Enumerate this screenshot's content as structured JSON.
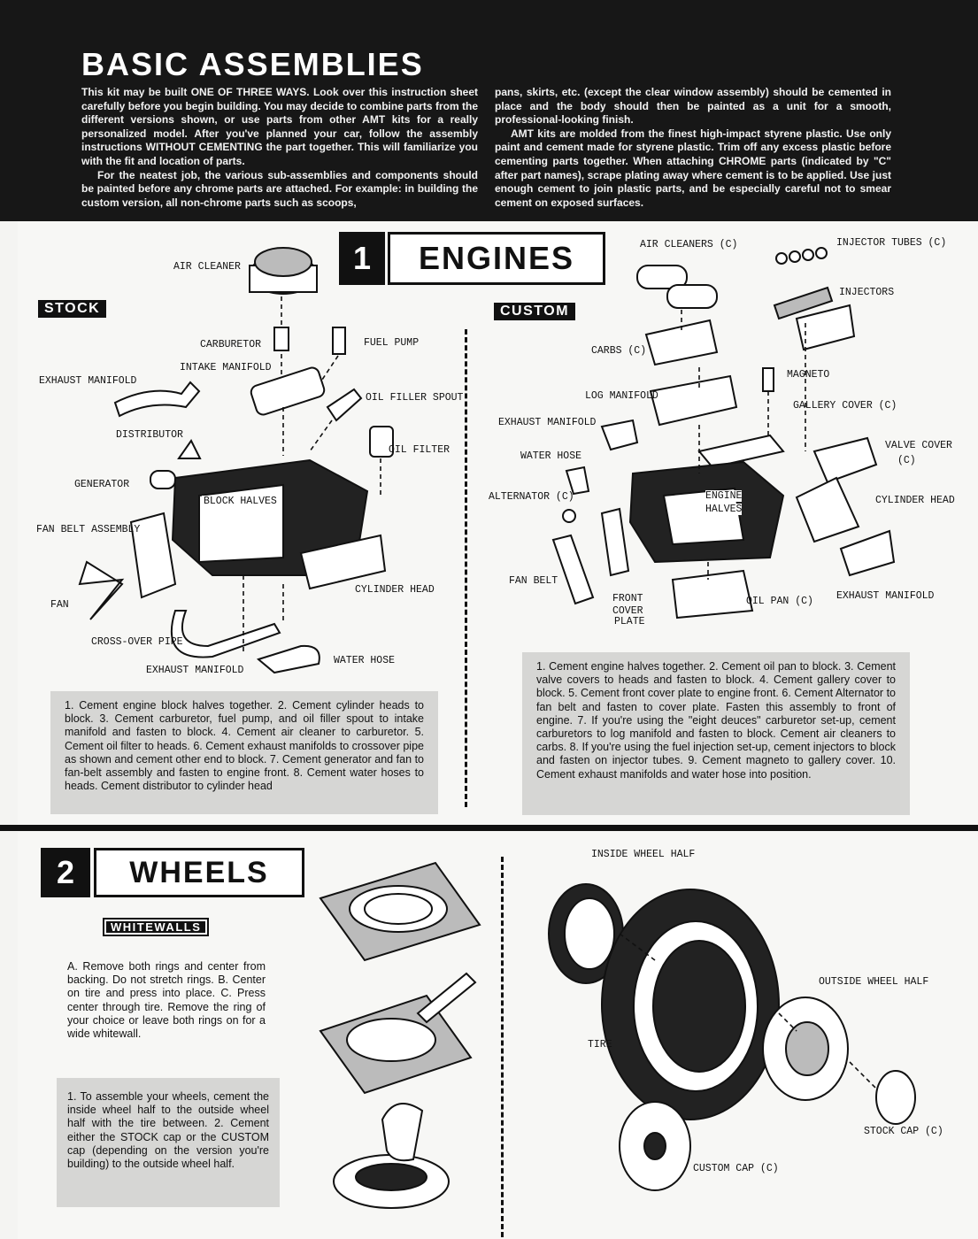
{
  "header": {
    "title": "BASIC ASSEMBLIES",
    "intro_left_p1": "This kit may be built ONE OF THREE WAYS. Look over this instruction sheet carefully before you begin building. You may decide to combine parts from the different versions shown, or use parts from other AMT kits for a really personalized model. After you've planned your car, follow the assembly instructions WITHOUT CEMENTING the part together. This will familiarize you with the fit and location of parts.",
    "intro_left_p2": "For the neatest job, the various sub-assemblies and components should be painted before any chrome parts are attached. For example: in building the custom version, all non-chrome parts such as scoops,",
    "intro_right_p1": "pans, skirts, etc. (except the clear window assembly) should be cemented in place and the body should then be painted as a unit for a smooth, professional-looking finish.",
    "intro_right_p2": "AMT kits are molded from the finest high-impact styrene plastic. Use only paint and cement made for styrene plastic. Trim off any excess plastic before cementing parts together. When attaching CHROME parts (indicated by \"C\" after part names), scrape plating away where cement is to be applied. Use just enough cement to join plastic parts, and be especially careful not to smear cement on exposed surfaces."
  },
  "engines": {
    "number": "1",
    "title": "ENGINES",
    "stock_tag": "STOCK",
    "custom_tag": "CUSTOM",
    "stock_labels": {
      "air_cleaner": "AIR CLEANER",
      "carburetor": "CARBURETOR",
      "fuel_pump": "FUEL PUMP",
      "intake_manifold": "INTAKE MANIFOLD",
      "exhaust_manifold_top": "EXHAUST MANIFOLD",
      "oil_filler_spout": "OIL FILLER SPOUT",
      "distributor": "DISTRIBUTOR",
      "oil_filter": "OIL FILTER",
      "generator": "GENERATOR",
      "block_halves": "BLOCK HALVES",
      "fan_belt_assembly": "FAN BELT ASSEMBLY",
      "cylinder_head": "CYLINDER HEAD",
      "fan": "FAN",
      "cross_over_pipe": "CROSS-OVER PIPE",
      "water_hose": "WATER HOSE",
      "exhaust_manifold_bottom": "EXHAUST MANIFOLD"
    },
    "custom_labels": {
      "air_cleaners": "AIR CLEANERS (C)",
      "injector_tubes": "INJECTOR TUBES (C)",
      "injectors": "INJECTORS",
      "carbs": "CARBS (C)",
      "magneto": "MAGNETO",
      "log_manifold": "LOG MANIFOLD",
      "gallery_cover": "GALLERY COVER (C)",
      "exhaust_manifold_left": "EXHAUST MANIFOLD",
      "water_hose": "WATER HOSE",
      "valve_cover_1": "VALVE COVER",
      "valve_cover_2": "(C)",
      "alternator": "ALTERNATOR (C)",
      "engine_halves_1": "ENGINE",
      "engine_halves_2": "HALVES",
      "cylinder_head": "CYLINDER HEAD",
      "fan_belt": "FAN BELT",
      "front_cover_1": "FRONT",
      "front_cover_2": "COVER",
      "front_cover_3": "PLATE",
      "oil_pan": "OIL PAN (C)",
      "exhaust_manifold_right": "EXHAUST MANIFOLD"
    },
    "stock_steps": "1. Cement engine block halves together. 2. Cement cylinder heads to block. 3. Cement carburetor, fuel pump, and oil filler spout to intake manifold and fasten to block. 4. Cement air cleaner to carburetor. 5. Cement oil filter to heads. 6. Cement exhaust manifolds to crossover pipe as shown and cement other end to block. 7. Cement generator and fan to fan-belt assembly and fasten to engine front. 8. Cement water hoses to heads. Cement distributor to cylinder head",
    "custom_steps": "1. Cement engine halves together. 2. Cement oil pan to block. 3. Cement valve covers to heads and fasten to block. 4. Cement gallery cover to block. 5. Cement front cover plate to engine front. 6. Cement Alternator to fan belt and fasten to cover plate. Fasten this assembly to front of engine. 7. If you're using the \"eight deuces\" carburetor set-up, cement carburetors to log manifold and fasten to block. Cement air cleaners to carbs. 8. If you're using the fuel injection set-up, cement injectors to block and fasten on injector tubes. 9. Cement magneto to gallery cover. 10. Cement exhaust manifolds and water hose into position."
  },
  "wheels": {
    "number": "2",
    "title": "WHEELS",
    "whitewalls_tag": "WHITEWALLS",
    "whitewall_steps": "A. Remove both rings and center from backing. Do not stretch rings. B. Center on tire and press into place. C. Press center through tire. Remove the ring of your choice or leave both rings on for a wide whitewall.",
    "assembly_steps": "1. To assemble your wheels, cement the inside wheel half to the outside wheel half with the tire between. 2. Cement either the STOCK cap or the CUSTOM cap (depending on the version you're building) to the outside wheel half.",
    "labels": {
      "inside_wheel_half": "INSIDE WHEEL HALF",
      "outside_wheel_half": "OUTSIDE WHEEL HALF",
      "tire": "TIRE",
      "stock_cap": "STOCK CAP (C)",
      "custom_cap": "CUSTOM CAP (C)"
    }
  }
}
